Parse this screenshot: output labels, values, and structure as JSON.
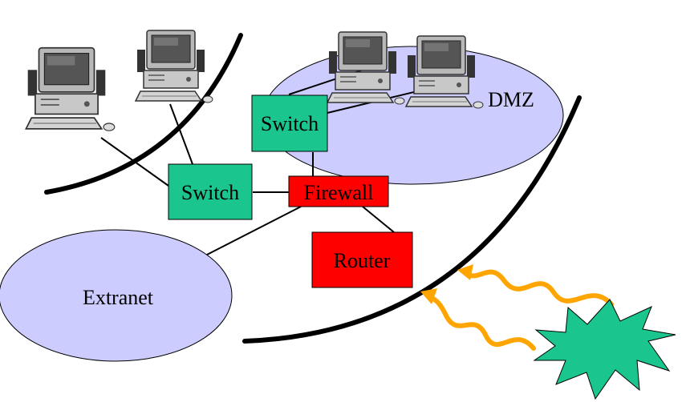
{
  "diagram": {
    "zones": {
      "dmz": {
        "label": "DMZ",
        "fill": "#ccccff"
      },
      "extranet": {
        "label": "Extranet",
        "fill": "#ccccff"
      }
    },
    "nodes": {
      "switch_dmz": {
        "label": "Switch",
        "fill": "#1ac58e"
      },
      "switch_lan": {
        "label": "Switch",
        "fill": "#1ac58e"
      },
      "firewall": {
        "label": "Firewall",
        "fill": "#ff0000"
      },
      "router": {
        "label": "Router",
        "fill": "#ff0000"
      }
    },
    "icons": {
      "computer": "desktop-computer-icon",
      "attacker": "starburst-attacker-icon",
      "attack": "wavy-arrow-icon"
    },
    "colors": {
      "attack_arrow": "#ffa500",
      "attacker_burst": "#1ac58e"
    }
  }
}
